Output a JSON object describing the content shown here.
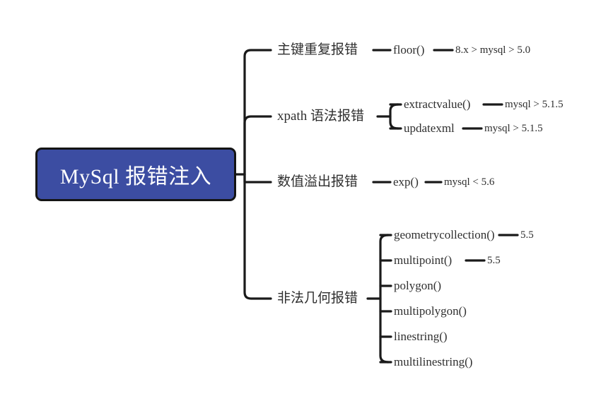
{
  "canvas": {
    "background_color": "#ffffff",
    "line_color": "#1a1a1a",
    "text_color": "#2f2f2f"
  },
  "root": {
    "label": "MySql 报错注入",
    "fill_color": "#3c4da2",
    "border_color": "#141414",
    "text_color": "#ffffff"
  },
  "branches": [
    {
      "label": "主键重复报错",
      "children": [
        {
          "label": "floor()",
          "children": [
            {
              "label": "8.x > mysql > 5.0"
            }
          ]
        }
      ]
    },
    {
      "label": "xpath 语法报错",
      "children": [
        {
          "label": "extractvalue()",
          "children": [
            {
              "label": "mysql > 5.1.5"
            }
          ]
        },
        {
          "label": "updatexml",
          "children": [
            {
              "label": "mysql > 5.1.5"
            }
          ]
        }
      ]
    },
    {
      "label": "数值溢出报错",
      "children": [
        {
          "label": "exp()",
          "children": [
            {
              "label": "mysql < 5.6"
            }
          ]
        }
      ]
    },
    {
      "label": "非法几何报错",
      "children": [
        {
          "label": "geometrycollection()",
          "children": [
            {
              "label": "5.5"
            }
          ]
        },
        {
          "label": "multipoint()",
          "children": [
            {
              "label": "5.5"
            }
          ]
        },
        {
          "label": "polygon()",
          "children": []
        },
        {
          "label": "multipolygon()",
          "children": []
        },
        {
          "label": "linestring()",
          "children": []
        },
        {
          "label": "multilinestring()",
          "children": []
        }
      ]
    }
  ],
  "labels": {
    "b0": "主键重复报错",
    "b0c0": "floor()",
    "b0c0g0": "8.x > mysql > 5.0",
    "b1": "xpath 语法报错",
    "b1c0": "extractvalue()",
    "b1c0g0": "mysql > 5.1.5",
    "b1c1": "updatexml",
    "b1c1g0": "mysql > 5.1.5",
    "b2": "数值溢出报错",
    "b2c0": "exp()",
    "b2c0g0": "mysql < 5.6",
    "b3": "非法几何报错",
    "b3c0": "geometrycollection()",
    "b3c0g0": "5.5",
    "b3c1": "multipoint()",
    "b3c1g0": "5.5",
    "b3c2": "polygon()",
    "b3c3": "multipolygon()",
    "b3c4": "linestring()",
    "b3c5": "multilinestring()"
  }
}
